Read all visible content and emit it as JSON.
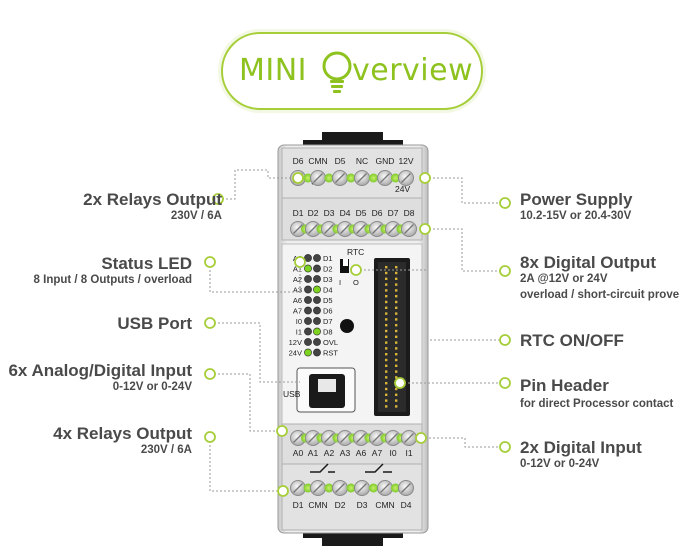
{
  "header": {
    "title_left": "MINI",
    "title_right": "verview"
  },
  "labels": {
    "relays2": {
      "title": "2x Relays Output",
      "sub": "230V / 6A"
    },
    "status_led": {
      "title": "Status LED",
      "sub": "8 Input / 8 Outputs / overload"
    },
    "usb": {
      "title": "USB Port"
    },
    "analog": {
      "title": "6x Analog/Digital Input",
      "sub": "0-12V or 0-24V"
    },
    "relays4": {
      "title": "4x Relays Output",
      "sub": "230V / 6A"
    },
    "power": {
      "title": "Power Supply",
      "sub": "10.2-15V or 20.4-30V"
    },
    "digital_out": {
      "title": "8x Digital Output",
      "sub1": "2A @12V or 24V",
      "sub2": "overload / short-circuit prove"
    },
    "rtc": {
      "title": "RTC ON/OFF"
    },
    "pinheader": {
      "title": "Pin Header",
      "sub": "for direct Processor contact"
    },
    "digital_in": {
      "title": "2x Digital Input",
      "sub": "0-12V or 0-24V"
    }
  },
  "device": {
    "top_terminals": [
      "D6",
      "CMN",
      "D5",
      "NC",
      "GND",
      "12V"
    ],
    "top_voltage": "24V",
    "output_terminals": [
      "D1",
      "D2",
      "D3",
      "D4",
      "D5",
      "D6",
      "D7",
      "D8"
    ],
    "led_left": [
      "A0",
      "A1",
      "A2",
      "A3",
      "A6",
      "A7",
      "I0",
      "I1",
      "12V",
      "24V"
    ],
    "led_right": [
      "D1",
      "D2",
      "D3",
      "D4",
      "D5",
      "D6",
      "D7",
      "D8",
      "OVL",
      "RST"
    ],
    "led_left_on": [
      false,
      true,
      false,
      false,
      false,
      false,
      false,
      false,
      false,
      true
    ],
    "led_right_on": [
      false,
      false,
      false,
      false,
      false,
      false,
      false,
      false,
      false,
      false
    ],
    "rtc_label": "RTC",
    "rtc_marks": [
      "I",
      "O"
    ],
    "usb_label": "USB",
    "input_terminals": [
      "A0",
      "A1",
      "A2",
      "A3",
      "A6",
      "A7",
      "I0",
      "I1"
    ],
    "bottom_terminals": [
      "D1",
      "CMN",
      "D2",
      "D3",
      "CMN",
      "D4"
    ]
  },
  "colors": {
    "accent": "#8dc21f",
    "text": "#4a4a4a",
    "leader": "#9a9a9a",
    "led_green": "#7ed321"
  }
}
